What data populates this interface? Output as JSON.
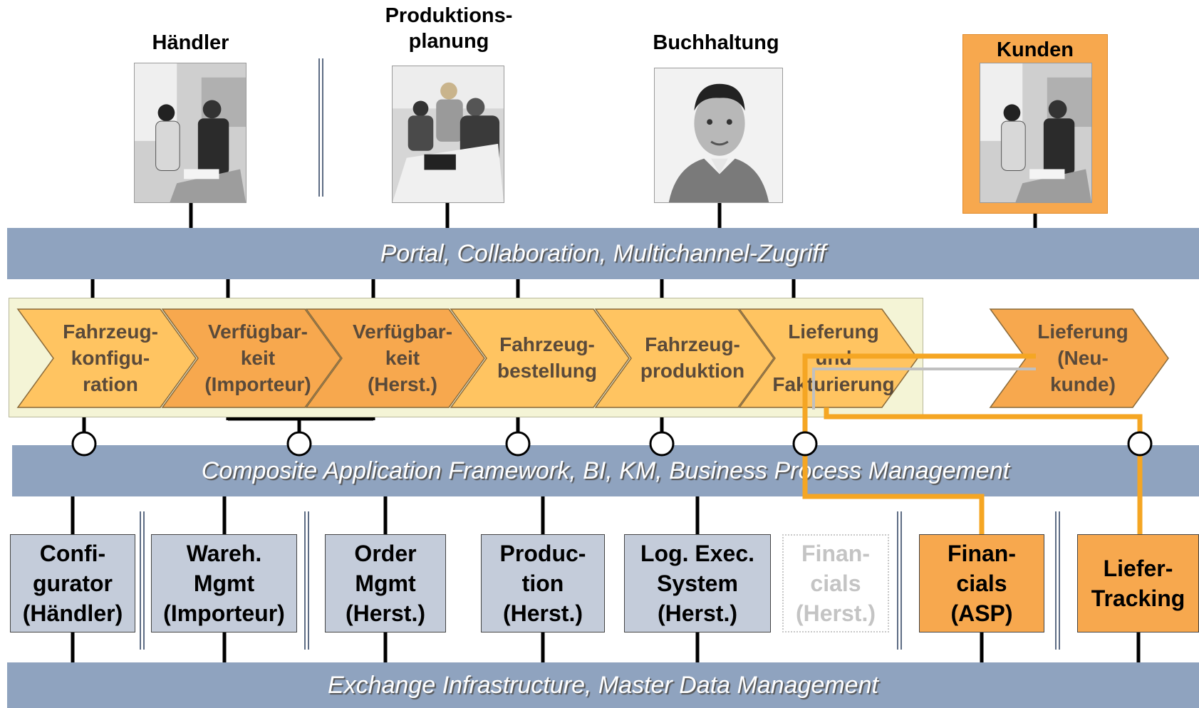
{
  "roles": [
    {
      "label": "Händler",
      "photo": "meeting-photo"
    },
    {
      "label": "Produktions-\nplanung",
      "photo": "team-photo"
    },
    {
      "label": "Buchhaltung",
      "photo": "portrait-photo"
    },
    {
      "label": "Kunden",
      "photo": "meeting-photo"
    }
  ],
  "bands": {
    "portal": "Portal, Collaboration, Multichannel-Zugriff",
    "caf": "Composite Application Framework, BI, KM, Business Process Management",
    "xi": "Exchange Infrastructure, Master Data Management"
  },
  "process_steps": [
    {
      "label": "Fahrzeug-\nkonfigu-\nration",
      "color": "#ffc461"
    },
    {
      "label": "Verfügbar-\nkeit\n(Importeur)",
      "color": "#f7a84e"
    },
    {
      "label": "Verfügbar-\nkeit\n(Herst.)",
      "color": "#f7a84e"
    },
    {
      "label": "Fahrzeug-\nbestellung",
      "color": "#ffc461"
    },
    {
      "label": "Fahrzeug-\nproduktion",
      "color": "#ffc461"
    },
    {
      "label": "Lieferung\nund\nFakturierung",
      "color": "#ffc461"
    }
  ],
  "extra_step": {
    "label": "Lieferung\n(Neu-\nkunde)",
    "color": "#f7a84e"
  },
  "systems": [
    {
      "label": "Confi-\ngurator\n(Händler)",
      "style": "blue"
    },
    {
      "label": "Wareh.\nMgmt\n(Importeur)",
      "style": "blue"
    },
    {
      "label": "Order\nMgmt\n(Herst.)",
      "style": "blue"
    },
    {
      "label": "Produc-\ntion\n(Herst.)",
      "style": "blue"
    },
    {
      "label": "Log. Exec.\nSystem\n(Herst.)",
      "style": "blue"
    },
    {
      "label": "Finan-\ncials\n(Herst.)",
      "style": "ghost"
    },
    {
      "label": "Finan-\ncials\n(ASP)",
      "style": "orange"
    },
    {
      "label": "Liefer-\nTracking",
      "style": "orange"
    }
  ],
  "colors": {
    "band": "#8fa3bf",
    "highlight": "#f5a623",
    "chevron_light": "#ffc461",
    "chevron_dark": "#f7a84e",
    "system_box": "#c4ccda"
  }
}
